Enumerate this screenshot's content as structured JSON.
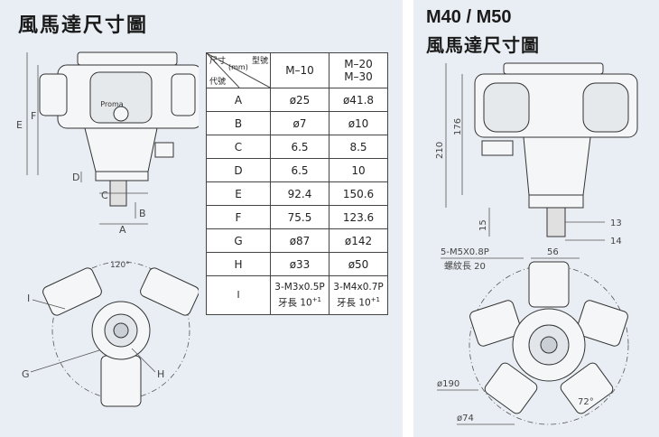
{
  "left": {
    "title": "風馬達尺寸圖",
    "table": {
      "header": {
        "size_label": "尺寸",
        "unit_label": "(mm)",
        "model_label": "型號",
        "code_label": "代號"
      },
      "models": [
        "M–10",
        "M–20 M–30"
      ],
      "model_b_line1": "M–20",
      "model_b_line2": "M–30",
      "rows": [
        {
          "code": "A",
          "m10": "ø25",
          "m20": "ø41.8"
        },
        {
          "code": "B",
          "m10": "ø7",
          "m20": "ø10"
        },
        {
          "code": "C",
          "m10": "6.5",
          "m20": "8.5"
        },
        {
          "code": "D",
          "m10": "6.5",
          "m20": "10"
        },
        {
          "code": "E",
          "m10": "92.4",
          "m20": "150.6"
        },
        {
          "code": "F",
          "m10": "75.5",
          "m20": "123.6"
        },
        {
          "code": "G",
          "m10": "ø87",
          "m20": "ø142"
        },
        {
          "code": "H",
          "m10": "ø33",
          "m20": "ø50"
        }
      ],
      "thread_row": {
        "code": "I",
        "m10_line1": "3-M3x0.5P",
        "m10_line2": "牙長 10",
        "m20_line1": "3-M4x0.7P",
        "m20_line2": "牙長 10"
      }
    },
    "side_view_labels": {
      "E": "E",
      "F": "F",
      "D": "D",
      "C": "C",
      "B": "B",
      "A": "A",
      "brand": "Proma"
    },
    "top_view_labels": {
      "angle": "120°",
      "I": "I",
      "G": "G",
      "H": "H"
    }
  },
  "right": {
    "model": "M40 / M50",
    "title": "風馬達尺寸圖",
    "side_view_labels": {
      "h210": "210",
      "h176": "176",
      "h15": "15",
      "w13": "13",
      "w14": "14",
      "w56": "56"
    },
    "top_view_labels": {
      "thread": "5-M5X0.8P",
      "thread_len": "螺紋長 20",
      "d190": "ø190",
      "d74": "ø74",
      "angle": "72°"
    }
  }
}
